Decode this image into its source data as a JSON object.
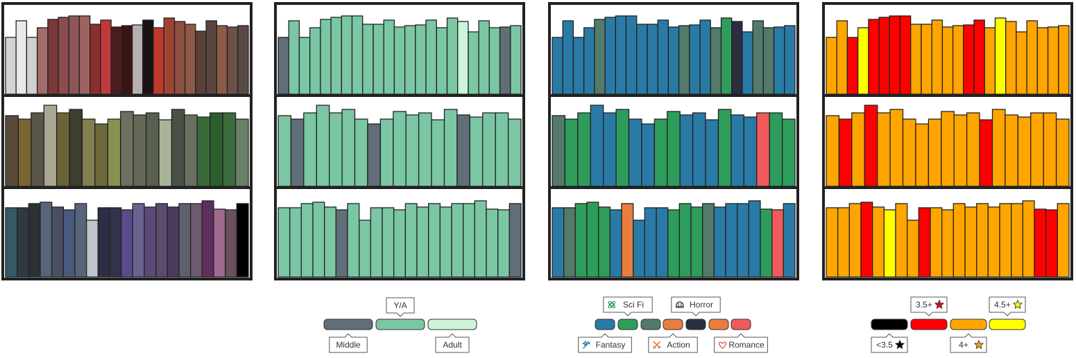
{
  "chart_data": [
    {
      "type": "bar",
      "color_mode": "actual book colors",
      "shelves": [
        {
          "heights": [
            82,
            106,
            82,
            96,
            108,
            111,
            113,
            113,
            101,
            107,
            97,
            99,
            100,
            107,
            96,
            110,
            105,
            101,
            91,
            106,
            99,
            97,
            99
          ],
          "colors": [
            "#d4d4d4",
            "#e8e8e8",
            "#d0d0d0",
            "#a66b6b",
            "#7a3838",
            "#8a4c4c",
            "#8d5656",
            "#9e6262",
            "#8b2e2e",
            "#c0393b",
            "#4a1d1d",
            "#3a1414",
            "#b8b0b0",
            "#1a1212",
            "#c0392b",
            "#a04432",
            "#8b5040",
            "#8f5a45",
            "#5c4038",
            "#5a4540",
            "#8f5a45",
            "#6b5048",
            "#5a4a45"
          ]
        },
        {
          "heights": [
            102,
            97,
            106,
            117,
            106,
            111,
            97,
            90,
            97,
            108,
            103,
            106,
            96,
            111,
            103,
            100,
            106,
            106,
            97
          ],
          "colors": [
            "#5a4a3a",
            "#7a6432",
            "#5c5648",
            "#a9a692",
            "#6a6438",
            "#3d3d30",
            "#858050",
            "#6d6a3a",
            "#8a9050",
            "#6d7060",
            "#686858",
            "#5a6050",
            "#a8b498",
            "#4a5048",
            "#6a7060",
            "#3a6a3a",
            "#2d5e2d",
            "#3e6b3e",
            "#6a8068"
          ]
        },
        {
          "heights": [
            100,
            100,
            106,
            108,
            101,
            97,
            106,
            82,
            100,
            100,
            97,
            106,
            101,
            106,
            101,
            106,
            106,
            110,
            98,
            97,
            106
          ],
          "colors": [
            "#345a68",
            "#2d3a40",
            "#2b3035",
            "#56657a",
            "#4a5060",
            "#4a5a7e",
            "#56657a",
            "#c0c4cc",
            "#2a2f45",
            "#30334a",
            "#5a4c8a",
            "#6a6290",
            "#5a4a7a",
            "#5c4a70",
            "#4a3c5c",
            "#5f5f6c",
            "#6c5a70",
            "#5e2e5e",
            "#a06a90",
            "#6a5060"
          ]
        }
      ]
    },
    {
      "type": "bar",
      "color_mode": "age group",
      "legend": [
        {
          "label": "Middle",
          "color": "#5f6e78"
        },
        {
          "label": "Y/A",
          "color": "#7bc6a4"
        },
        {
          "label": "Adult",
          "color": "#ccf5da"
        }
      ],
      "shelves": [
        {
          "heights": [
            82,
            106,
            82,
            96,
            108,
            111,
            113,
            113,
            101,
            101,
            107,
            97,
            99,
            100,
            107,
            96,
            110,
            105,
            90,
            106,
            96,
            97,
            99
          ],
          "groups": [
            "Middle",
            "Y/A",
            "Y/A",
            "Y/A",
            "Y/A",
            "Y/A",
            "Y/A",
            "Y/A",
            "Y/A",
            "Y/A",
            "Y/A",
            "Y/A",
            "Y/A",
            "Y/A",
            "Y/A",
            "Y/A",
            "Y/A",
            "Adult",
            "Y/A",
            "Y/A",
            "Y/A",
            "Middle",
            "Y/A"
          ]
        },
        {
          "heights": [
            102,
            97,
            106,
            117,
            106,
            111,
            97,
            90,
            97,
            108,
            103,
            106,
            96,
            111,
            103,
            100,
            106,
            106,
            97
          ],
          "groups": [
            "Y/A",
            "Middle",
            "Y/A",
            "Y/A",
            "Y/A",
            "Y/A",
            "Y/A",
            "Middle",
            "Y/A",
            "Y/A",
            "Y/A",
            "Y/A",
            "Y/A",
            "Y/A",
            "Middle",
            "Y/A",
            "Y/A",
            "Y/A",
            "Y/A"
          ]
        },
        {
          "heights": [
            100,
            100,
            106,
            108,
            101,
            97,
            106,
            82,
            100,
            100,
            97,
            106,
            101,
            106,
            101,
            106,
            106,
            110,
            98,
            97,
            106
          ],
          "groups": [
            "Y/A",
            "Y/A",
            "Y/A",
            "Y/A",
            "Y/A",
            "Middle",
            "Y/A",
            "Y/A",
            "Y/A",
            "Y/A",
            "Y/A",
            "Y/A",
            "Y/A",
            "Y/A",
            "Y/A",
            "Y/A",
            "Y/A",
            "Y/A",
            "Y/A",
            "Y/A",
            "Middle"
          ]
        }
      ]
    },
    {
      "type": "bar",
      "color_mode": "genre",
      "legend": [
        {
          "label": "Fantasy",
          "color": "#2a7aa6",
          "icon": "fantasy-icon"
        },
        {
          "label": "Sci Fi",
          "color": "#2e9d5c",
          "icon": "sci-fi-icon"
        },
        {
          "label": "",
          "color": "#547a6a"
        },
        {
          "label": "Action",
          "color": "#e87d3e",
          "icon": "action-icon"
        },
        {
          "label": "Horror",
          "color": "#2a2e3e",
          "icon": "horror-icon"
        },
        {
          "label": "",
          "color": "#e87d3e"
        },
        {
          "label": "Romance",
          "color": "#f15a5a",
          "icon": "romance-icon"
        }
      ],
      "shelves": [
        {
          "heights": [
            82,
            106,
            82,
            96,
            108,
            111,
            113,
            113,
            101,
            101,
            107,
            97,
            99,
            100,
            107,
            96,
            110,
            105,
            90,
            106,
            96,
            97,
            99
          ],
          "colors": [
            "#2a7aa6",
            "#2a7aa6",
            "#2a7aa6",
            "#2a7aa6",
            "#547a6a",
            "#2a7aa6",
            "#2a7aa6",
            "#2a7aa6",
            "#2a7aa6",
            "#2a7aa6",
            "#2a7aa6",
            "#2a7aa6",
            "#547a6a",
            "#2a7aa6",
            "#2a7aa6",
            "#547a6a",
            "#2e9d5c",
            "#2a2e3e",
            "#2a7aa6",
            "#547a6a",
            "#547a6a",
            "#2a7aa6",
            "#2a7aa6"
          ]
        },
        {
          "heights": [
            102,
            97,
            106,
            117,
            106,
            111,
            97,
            90,
            97,
            108,
            103,
            106,
            96,
            111,
            103,
            100,
            106,
            106,
            97
          ],
          "colors": [
            "#547a6a",
            "#2e9d5c",
            "#2e9d5c",
            "#2a7aa6",
            "#2a7aa6",
            "#2e9d5c",
            "#2a7aa6",
            "#2a7aa6",
            "#2e9d5c",
            "#2e9d5c",
            "#2a7aa6",
            "#2a7aa6",
            "#2a7aa6",
            "#2e9d5c",
            "#2a7aa6",
            "#2a7aa6",
            "#f15a5a",
            "#2e9d5c",
            "#2e9d5c"
          ]
        },
        {
          "heights": [
            100,
            100,
            106,
            108,
            101,
            97,
            106,
            82,
            100,
            100,
            97,
            106,
            101,
            106,
            101,
            106,
            106,
            110,
            98,
            97,
            106
          ],
          "colors": [
            "#2a7aa6",
            "#547a6a",
            "#2e9d5c",
            "#2e9d5c",
            "#2e9d5c",
            "#2a7aa6",
            "#e87d3e",
            "#2a7aa6",
            "#2a7aa6",
            "#2a7aa6",
            "#2e9d5c",
            "#2e9d5c",
            "#2e9d5c",
            "#547a6a",
            "#2a7aa6",
            "#2a7aa6",
            "#2a7aa6",
            "#2a7aa6",
            "#2e9d5c",
            "#f15a5a",
            "#2a7aa6"
          ]
        }
      ]
    },
    {
      "type": "bar",
      "color_mode": "rating",
      "legend": [
        {
          "label": "<3.5",
          "color": "#000000",
          "star": "#000000"
        },
        {
          "label": "3.5+",
          "color": "#ff0000",
          "star": "#ff0000"
        },
        {
          "label": "4+",
          "color": "#ffa500",
          "star": "#ffa500"
        },
        {
          "label": "4.5+",
          "color": "#ffff00",
          "star": "#ffff00"
        }
      ],
      "shelves": [
        {
          "heights": [
            82,
            106,
            82,
            96,
            108,
            111,
            113,
            113,
            101,
            101,
            107,
            97,
            99,
            100,
            107,
            96,
            110,
            105,
            90,
            106,
            96,
            97,
            99
          ],
          "ratings": [
            "4+",
            "4+",
            "3.5+",
            "4.5+",
            "3.5+",
            "3.5+",
            "3.5+",
            "3.5+",
            "4+",
            "4+",
            "4+",
            "4+",
            "4+",
            "3.5+",
            "3.5+",
            "4+",
            "4.5+",
            "4+",
            "4+",
            "4+",
            "4+",
            "4+",
            "4+"
          ]
        },
        {
          "heights": [
            102,
            97,
            106,
            117,
            106,
            111,
            97,
            90,
            97,
            108,
            103,
            106,
            96,
            111,
            103,
            100,
            106,
            106,
            97
          ],
          "ratings": [
            "4+",
            "3.5+",
            "4+",
            "3.5+",
            "4+",
            "4+",
            "4+",
            "4+",
            "4+",
            "4+",
            "4+",
            "4+",
            "3.5+",
            "4+",
            "4+",
            "4+",
            "4+",
            "4+",
            "4+"
          ]
        },
        {
          "heights": [
            100,
            100,
            106,
            108,
            101,
            97,
            106,
            82,
            100,
            100,
            97,
            106,
            101,
            106,
            101,
            106,
            106,
            110,
            98,
            97,
            106
          ],
          "ratings": [
            "4+",
            "4+",
            "4+",
            "3.5+",
            "4+",
            "4.5+",
            "4+",
            "4+",
            "3.5+",
            "4+",
            "4+",
            "4+",
            "4+",
            "4+",
            "4+",
            "4+",
            "4+",
            "4+",
            "3.5+",
            "3.5+",
            "4+"
          ]
        }
      ]
    }
  ]
}
